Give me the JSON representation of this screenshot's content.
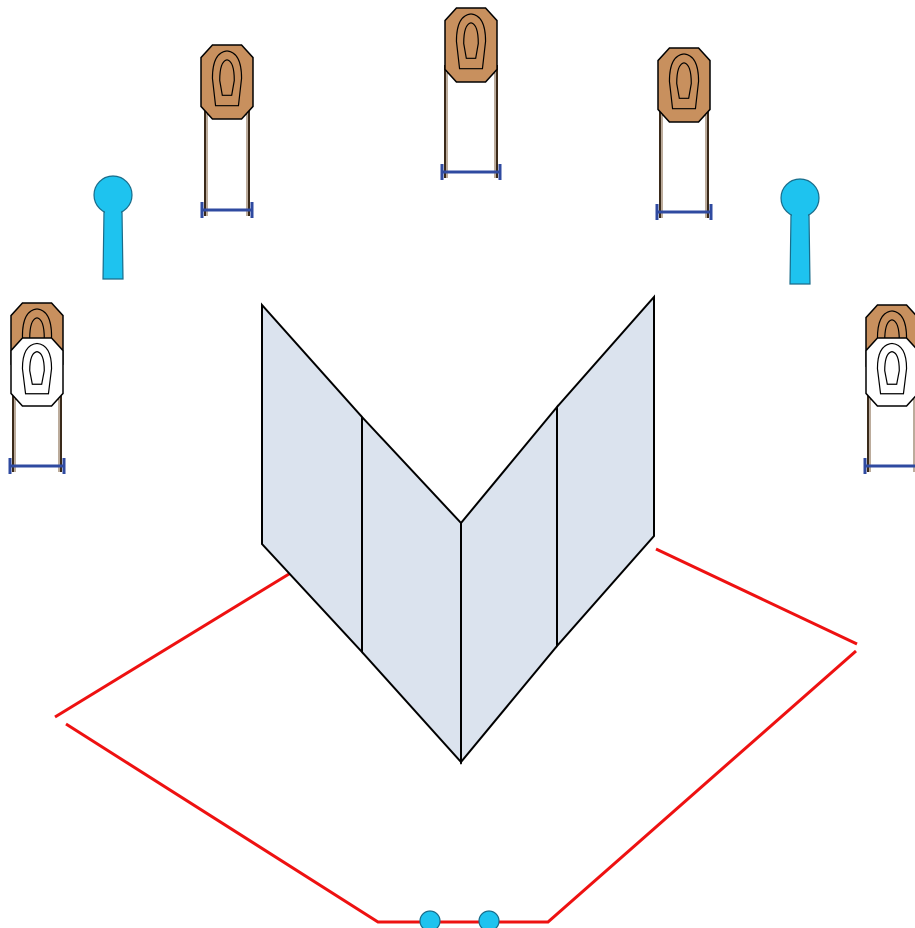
{
  "colors": {
    "background": "#ffffff",
    "target_fill": "#c8905e",
    "target_line": "#000000",
    "no_shoot_fill": "#ffffff",
    "stand_leg": "#3a2a1a",
    "stand_base": "#2f4aa0",
    "popper_fill": "#1ec3ef",
    "popper_line": "#1a6c8a",
    "wall_fill": "#dbe3ee",
    "wall_line": "#000000",
    "fault_line": "#ee1111"
  },
  "targets": [
    {
      "name": "paper-target-left-upper",
      "kind": "shoot"
    },
    {
      "name": "paper-target-center",
      "kind": "shoot"
    },
    {
      "name": "paper-target-right-upper",
      "kind": "shoot"
    },
    {
      "name": "paper-target-left-lower",
      "kind": "shoot",
      "has_no_shoot": true
    },
    {
      "name": "paper-target-right-lower",
      "kind": "shoot",
      "has_no_shoot": true
    }
  ],
  "poppers": [
    {
      "name": "popper-left"
    },
    {
      "name": "popper-right"
    }
  ],
  "walls": {
    "panels": 4
  },
  "fault_lines": {
    "count": 2
  },
  "start_markers": {
    "count": 2
  }
}
